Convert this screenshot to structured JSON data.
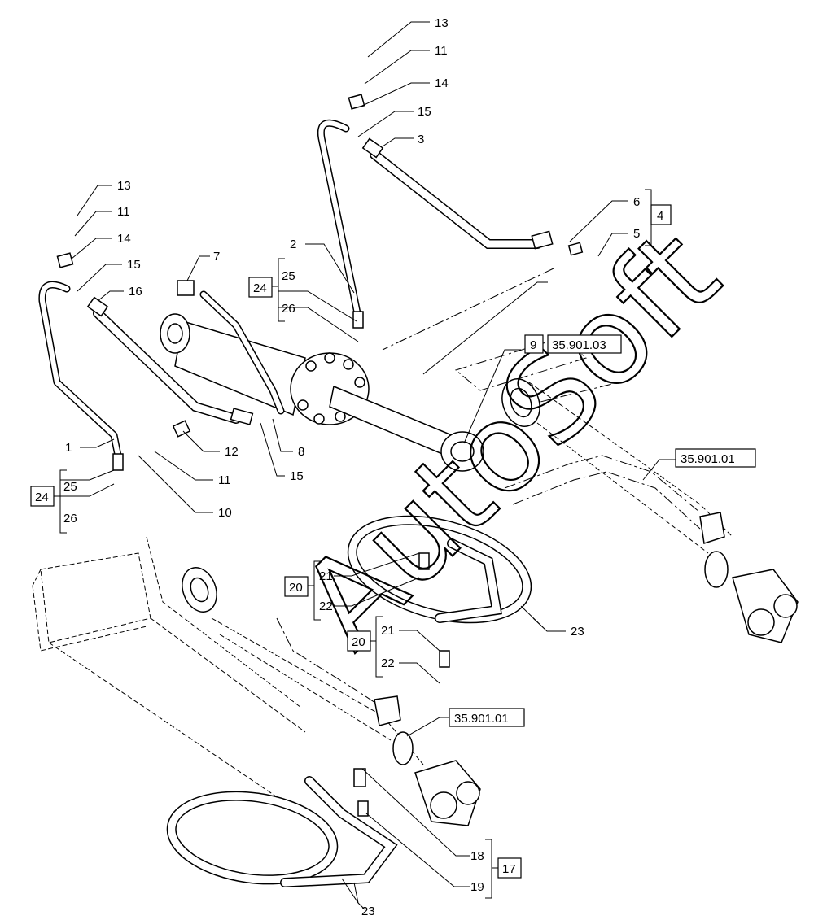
{
  "watermark": "AutoSoft",
  "callouts": {
    "c13a": "13",
    "c11a": "11",
    "c14a": "14",
    "c15a": "15",
    "c3": "3",
    "c6": "6",
    "c5": "5",
    "c2": "2",
    "c25a": "25",
    "c26a": "26",
    "c13b": "13",
    "c11b": "11",
    "c14b": "14",
    "c15b": "15",
    "c16": "16",
    "c7": "7",
    "c1": "1",
    "c25b": "25",
    "c26b": "26",
    "c12": "12",
    "c11c": "11",
    "c8": "8",
    "c15c": "15",
    "c10": "10",
    "c21a": "21",
    "c22a": "22",
    "c21b": "21",
    "c22b": "22",
    "c23a": "23",
    "c18": "18",
    "c19": "19",
    "c23b": "23"
  },
  "boxed_refs": {
    "b4": "4",
    "b24a": "24",
    "b24b": "24",
    "b9": "9",
    "ref_35_901_03": "35.901.03",
    "ref_35_901_01a": "35.901.01",
    "b20a": "20",
    "b20b": "20",
    "ref_35_901_01b": "35.901.01",
    "b17": "17"
  }
}
